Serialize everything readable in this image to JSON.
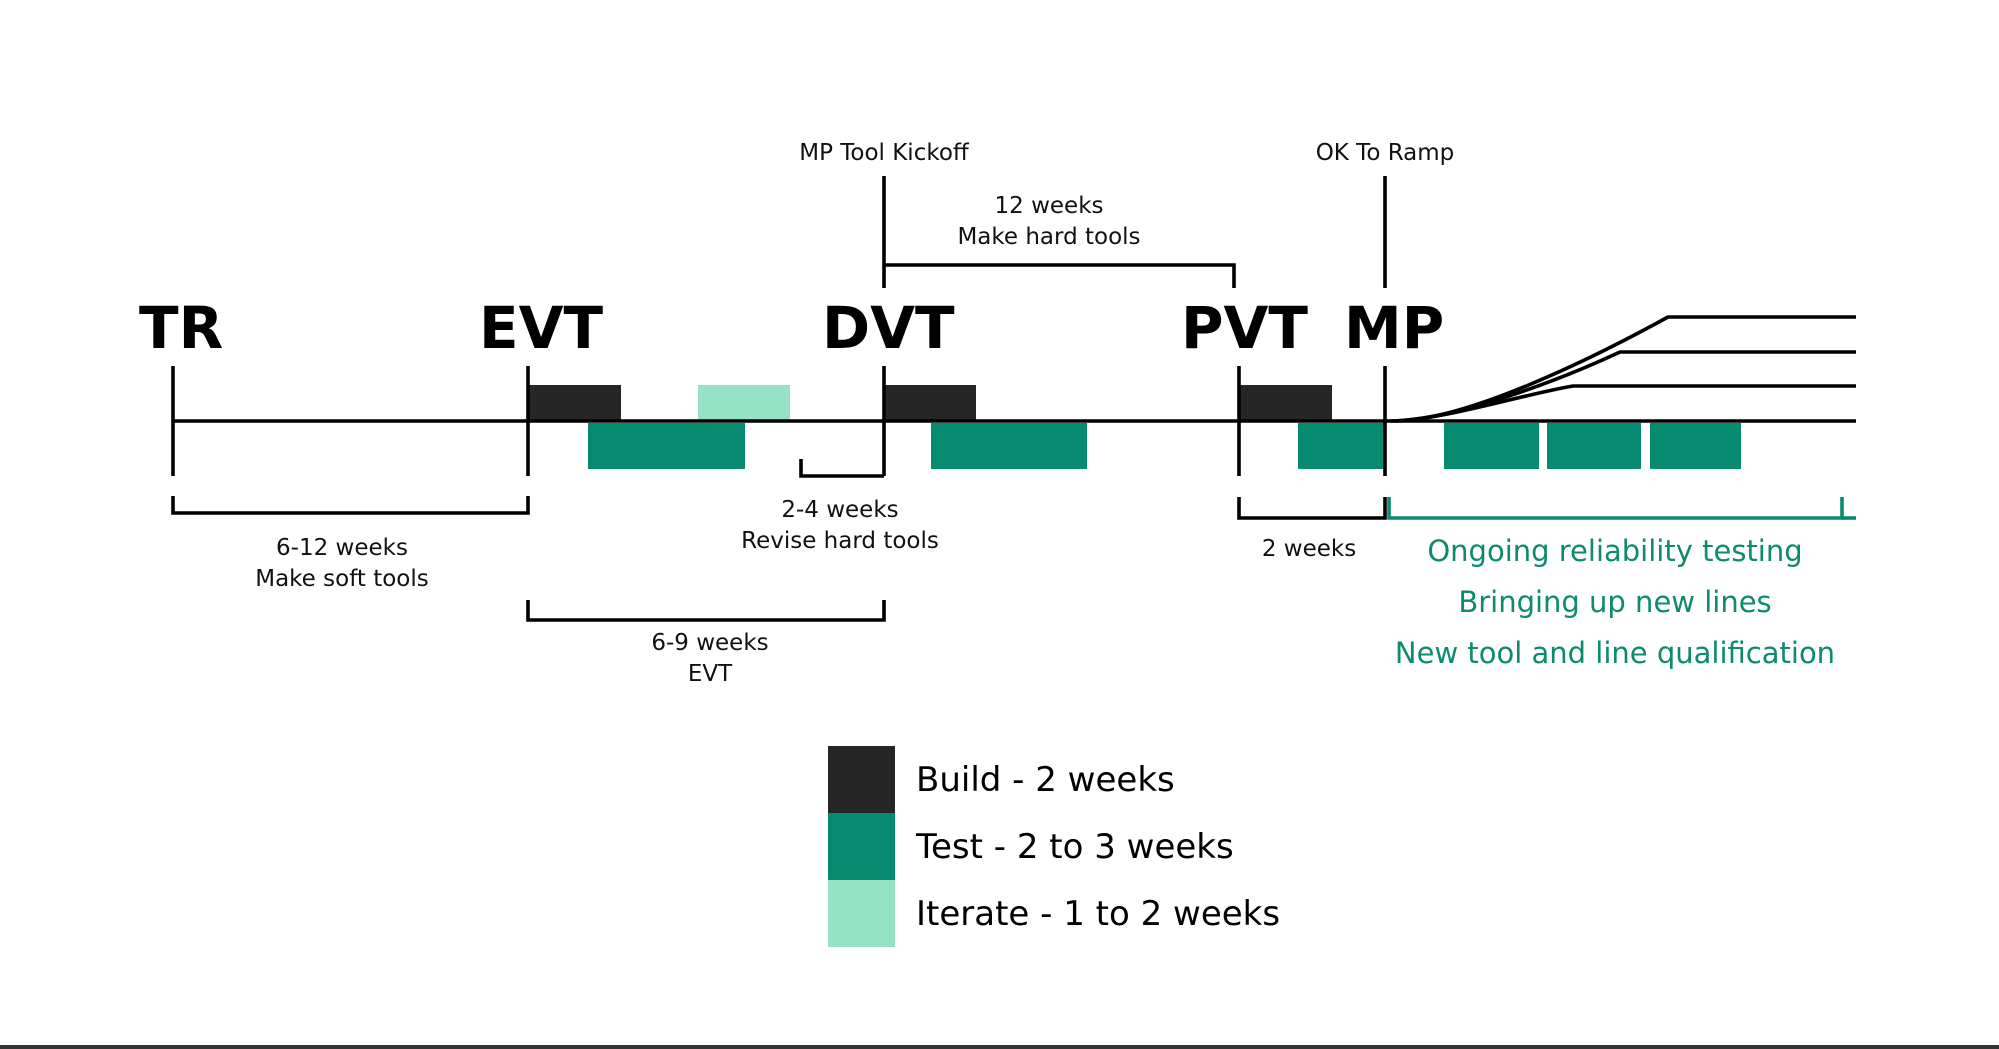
{
  "colors": {
    "build": "#262626",
    "test": "#078b70",
    "iterate": "#94e3c7",
    "accent_text": "#0e8a6e",
    "line": "#000000"
  },
  "milestones": [
    {
      "id": "tr",
      "label": "TR"
    },
    {
      "id": "evt",
      "label": "EVT"
    },
    {
      "id": "dvt",
      "label": "DVT"
    },
    {
      "id": "pvt",
      "label": "PVT"
    },
    {
      "id": "mp",
      "label": "MP"
    }
  ],
  "callouts": {
    "mp_tool_kickoff": "MP Tool Kickoff",
    "ok_to_ramp": "OK To Ramp"
  },
  "spans": {
    "hard_tools": {
      "duration": "12 weeks",
      "label": "Make hard tools"
    },
    "soft_tools": {
      "duration": "6-12 weeks",
      "label": "Make soft tools"
    },
    "revise": {
      "duration": "2-4 weeks",
      "label": "Revise hard tools"
    },
    "evt": {
      "duration": "6-9 weeks",
      "label": "EVT"
    },
    "pvt": {
      "duration": "2 weeks"
    }
  },
  "ongoing": [
    "Ongoing reliability testing",
    "Bringing up new lines",
    "New tool and line qualification"
  ],
  "legend": [
    {
      "type": "build",
      "label": "Build - 2 weeks"
    },
    {
      "type": "test",
      "label": "Test - 2 to 3 weeks"
    },
    {
      "type": "iterate",
      "label": "Iterate - 1 to 2 weeks"
    }
  ]
}
